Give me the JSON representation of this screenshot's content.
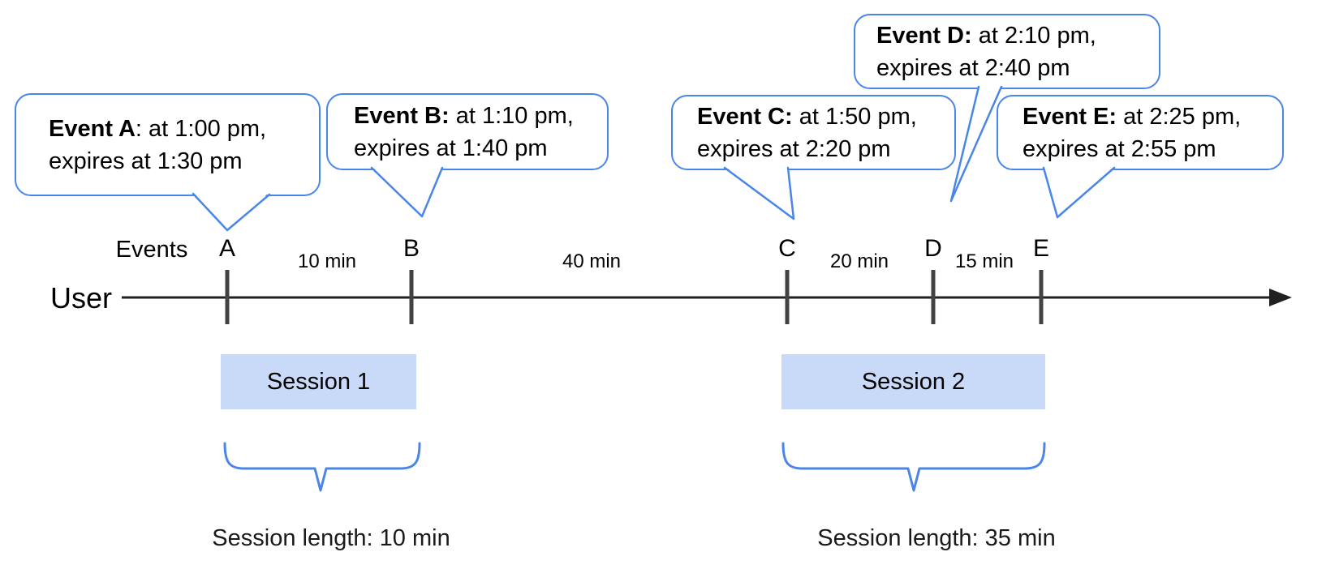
{
  "diagram": {
    "bubbles": [
      {
        "bold": "Event A",
        "rest": ": at 1:00 pm,",
        "line2": "expires at 1:30 pm"
      },
      {
        "bold": "Event B:",
        "rest": " at 1:10 pm,",
        "line2": "expires at 1:40 pm"
      },
      {
        "bold": "Event C:",
        "rest": " at 1:50 pm,",
        "line2": "expires at 2:20 pm"
      },
      {
        "bold": "Event D:",
        "rest": " at 2:10 pm,",
        "line2": "expires at 2:40 pm"
      },
      {
        "bold": "Event E:",
        "rest": " at 2:25 pm,",
        "line2": "expires at 2:55 pm"
      }
    ],
    "timeline": {
      "user_label": "User",
      "events_label": "Events",
      "marks": [
        "A",
        "B",
        "C",
        "D",
        "E"
      ],
      "intervals": [
        "10 min",
        "40 min",
        "20 min",
        "15 min"
      ]
    },
    "sessions": [
      {
        "label": "Session 1",
        "length": "Session length: 10 min"
      },
      {
        "label": "Session 2",
        "length": "Session length: 35 min"
      }
    ],
    "colors": {
      "accent_blue": "#4a86e8",
      "session_fill": "#c9daf8",
      "timeline_line": "#212121",
      "tick": "#424242",
      "text": "#000000"
    }
  }
}
